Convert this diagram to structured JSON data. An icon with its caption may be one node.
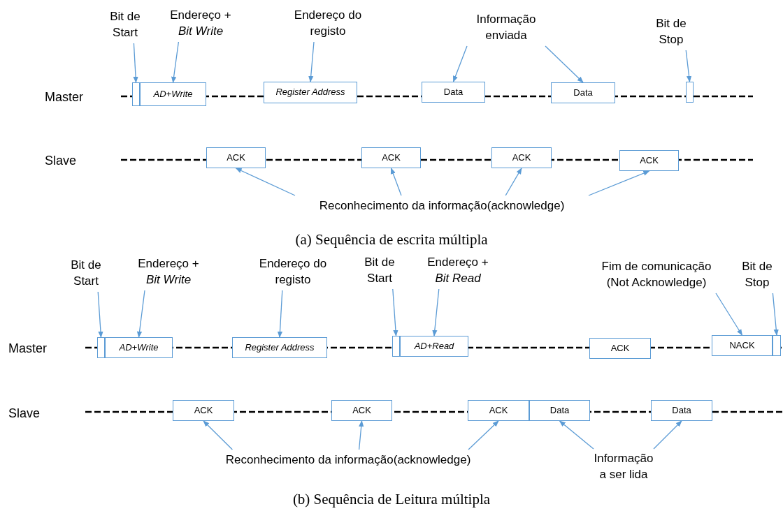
{
  "diagram": {
    "nodes": [
      {
        "text": [
          "Bit de Start"
        ]
      },
      {
        "text": [
          "Endereço + *Bit Write*"
        ]
      },
      {
        "text": [
          "Endereço do registo"
        ]
      },
      {
        "text": [
          "Informação enviada"
        ]
      },
      {
        "text": [
          "Bit de Stop"
        ]
      },
      {
        "text": [],
        "shape": "box"
      },
      {
        "text": [
          "AD+Write"
        ]
      },
      {
        "text": [
          "Register Address"
        ]
      },
      {
        "text": [
          "Data"
        ]
      },
      {
        "text": [
          "Data"
        ]
      },
      {
        "text": [],
        "shape": "box"
      },
      {
        "text": [
          "ACK"
        ]
      },
      {
        "text": [
          "ACK"
        ]
      },
      {
        "text": [
          "ACK"
        ]
      },
      {
        "text": [
          "ACK"
        ]
      },
      {
        "text": [
          "Reconhecimento da informação(acknowledge)"
        ]
      },
      {
        "text": [
          "Bit de Start"
        ]
      },
      {
        "text": [
          "Endereço + *Bit Write*"
        ]
      },
      {
        "text": [
          "Endereço do registo"
        ]
      },
      {
        "text": [
          "Bit de Start"
        ]
      },
      {
        "text": [
          "Endereço + *Bit Read*"
        ]
      },
      {
        "text": [
          "Fim de comunicação (Not Acknowledge)"
        ]
      },
      {
        "text": [
          "Bit de Stop"
        ]
      },
      {
        "text": [],
        "shape": "box"
      },
      {
        "text": [
          "AD+Write"
        ]
      },
      {
        "text": [
          "Register Address"
        ]
      },
      {
        "text": [],
        "shape": "box"
      },
      {
        "text": [
          "AD+Read"
        ]
      },
      {
        "text": [
          "ACK"
        ]
      },
      {
        "text": [
          "NACK"
        ]
      },
      {
        "text": [],
        "shape": "box"
      },
      {
        "text": [
          "ACK"
        ]
      },
      {
        "text": [
          "ACK"
        ]
      },
      {
        "text": [
          "ACK"
        ]
      },
      {
        "text": [
          "Data"
        ]
      },
      {
        "text": [
          "Data"
        ]
      },
      {
        "text": [
          "Reconhecimento da informação(acknowledge)"
        ]
      },
      {
        "text": [
          "Informação a ser lida"
        ]
      }
    ],
    "edges": [
      {
        "from": 0,
        "to": 5,
        "arrow": "to"
      },
      {
        "from": 1,
        "to": 6,
        "arrow": "to"
      },
      {
        "from": 2,
        "to": 7,
        "arrow": "to"
      },
      {
        "from": 3,
        "to": 8,
        "arrow": "to"
      },
      {
        "from": 3,
        "to": 9,
        "arrow": "to"
      },
      {
        "from": 4,
        "to": 10,
        "arrow": "to"
      },
      {
        "from": 15,
        "to": 11,
        "arrow": "to"
      },
      {
        "from": 15,
        "to": 12,
        "arrow": "to"
      },
      {
        "from": 15,
        "to": 13,
        "arrow": "to"
      },
      {
        "from": 15,
        "to": 14,
        "arrow": "to"
      },
      {
        "from": 16,
        "to": 23,
        "arrow": "to"
      },
      {
        "from": 17,
        "to": 24,
        "arrow": "to"
      },
      {
        "from": 18,
        "to": 25,
        "arrow": "to"
      },
      {
        "from": 19,
        "to": 26,
        "arrow": "to"
      },
      {
        "from": 20,
        "to": 27,
        "arrow": "to"
      },
      {
        "from": 21,
        "to": 29,
        "arrow": "to"
      },
      {
        "from": 22,
        "to": 30,
        "arrow": "to"
      },
      {
        "from": 36,
        "to": 31,
        "arrow": "to"
      },
      {
        "from": 36,
        "to": 32,
        "arrow": "to"
      },
      {
        "from": 36,
        "to": 33,
        "arrow": "to"
      },
      {
        "from": 37,
        "to": 34,
        "arrow": "to"
      },
      {
        "from": 37,
        "to": 35,
        "arrow": "to"
      }
    ],
    "labels": [
      "Master",
      "Slave",
      "(a) Sequência de escrita múltipla",
      "Master",
      "Slave",
      "(b) Sequência de Leitura múltipla"
    ]
  }
}
